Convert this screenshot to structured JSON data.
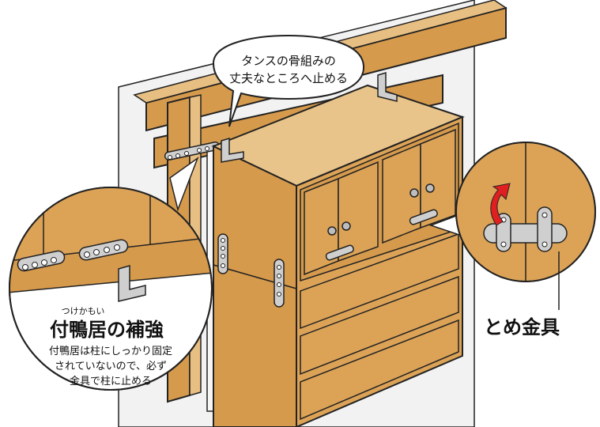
{
  "callouts": {
    "top_bubble": {
      "line1": "タンスの骨組みの",
      "line2": "丈夫なところへ止める"
    },
    "left_circle": {
      "ruby": "つけかもい",
      "title": "付鴨居の補強",
      "body_line1": "付鴨居は柱にしっかり固定",
      "body_line2": "されていないので、必ず",
      "body_line3": "金具で柱に止める"
    },
    "right_label": "とめ金具"
  },
  "colors": {
    "wood_light": "#e8bf82",
    "wood_mid": "#d69a4c",
    "wood_dark": "#b97a33",
    "wall": "#eeeeee",
    "outline": "#222222",
    "arrow": "#e02020",
    "metal": "#cfcfcf"
  }
}
